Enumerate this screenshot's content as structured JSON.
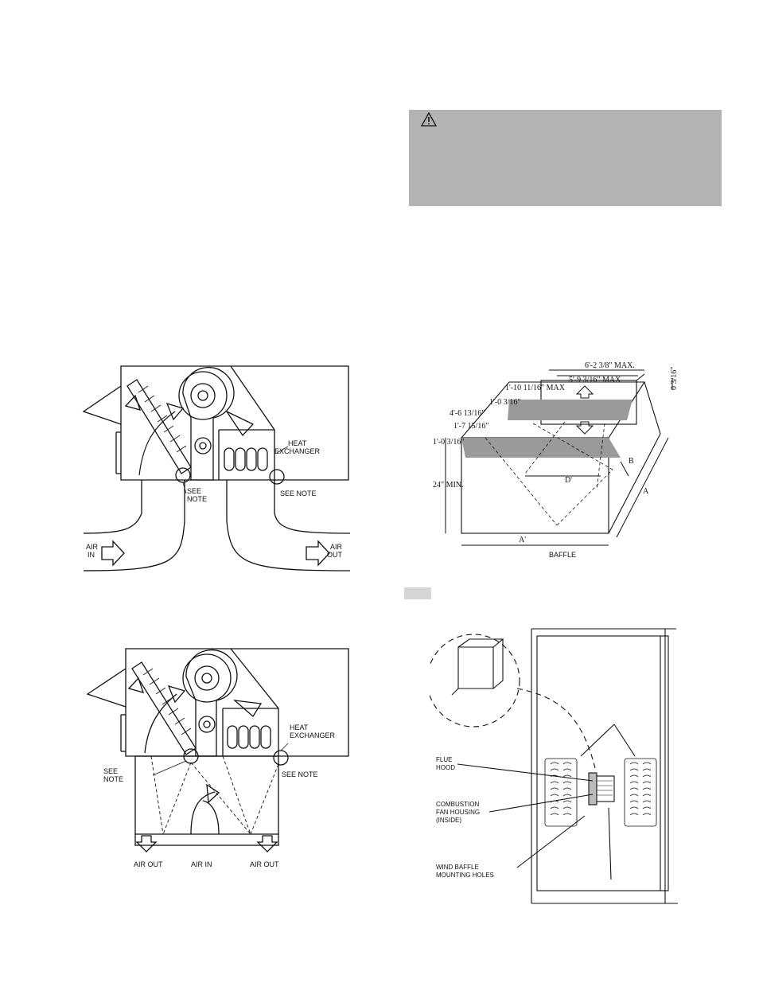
{
  "warning": {
    "icon": "warning-triangle-icon"
  },
  "figure_top": {
    "heat_exchanger": "HEAT\nEXCHANGER",
    "see_note_left": "SEE\nNOTE",
    "see_note_right": "SEE NOTE",
    "air_in": "AIR\nIN",
    "air_out": "AIR\nOUT"
  },
  "figure_bottom": {
    "heat_exchanger": "HEAT\nEXCHANGER",
    "see_note_left": "SEE\nNOTE",
    "see_note_right": "SEE NOTE",
    "air_out_left": "AIR OUT",
    "air_in": "AIR IN",
    "air_out_right": "AIR OUT"
  },
  "figure_duct": {
    "dim_max_total": "6'-2 3/8\" MAX.",
    "dim_max_mid": "5'-9 3/16\" MAX",
    "dim_right": "0 3/16\"",
    "dim_a": "1'-10 11/16\" MAX",
    "dim_b": "1'-0 3/16\"",
    "dim_c": "4'-6 13/16\"",
    "dim_d": "1'-7 15/16\"",
    "dim_e": "1'-0 3/16\"",
    "dim_min": "24\" MIN.",
    "label_a": "A",
    "label_b": "B",
    "label_d": "D'",
    "label_a1": "A'",
    "baffle": "BAFFLE"
  },
  "figure_unit": {
    "flue_hood": "FLUE\nHOOD",
    "combustion_fan": "COMBUSTION\nFAN HOUSING\n(INSIDE)",
    "wind_baffle": "WIND BAFFLE\nMOUNTING HOLES"
  }
}
